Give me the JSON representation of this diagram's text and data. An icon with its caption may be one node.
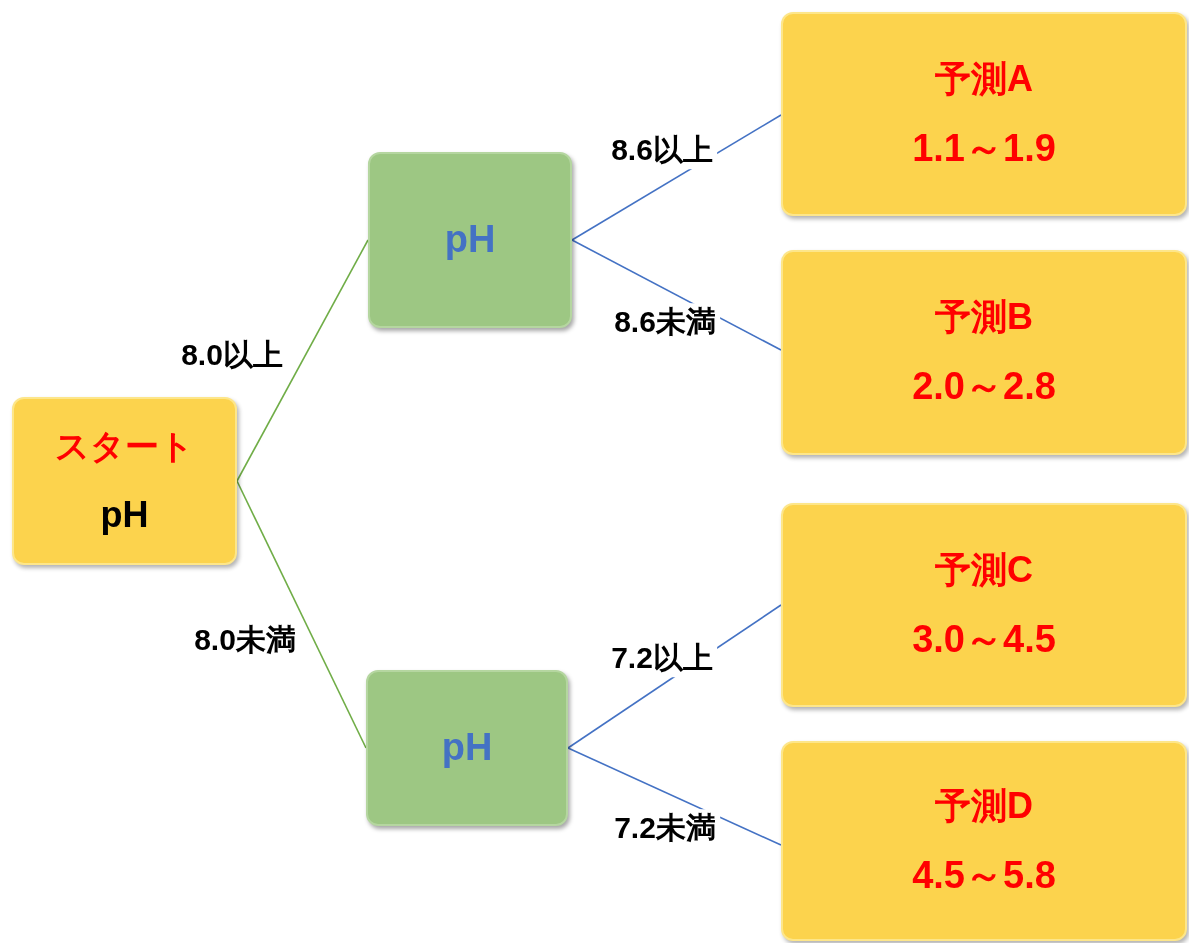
{
  "diagram": {
    "nodes": [
      {
        "text": [
          "スタート",
          "pH"
        ]
      },
      {
        "text": [
          "pH"
        ]
      },
      {
        "text": [
          "pH"
        ]
      },
      {
        "text": [
          "予測A",
          "1.1～1.9"
        ]
      },
      {
        "text": [
          "予測B",
          "2.0～2.8"
        ]
      },
      {
        "text": [
          "予測C",
          "3.0～4.5"
        ]
      },
      {
        "text": [
          "予測D",
          "4.5～5.8"
        ]
      }
    ],
    "edges": [
      {
        "from": 0,
        "to": 1,
        "arrow": "none",
        "label": "8.0以上",
        "color": "#70ad47"
      },
      {
        "from": 0,
        "to": 2,
        "arrow": "none",
        "label": "8.0未満",
        "color": "#70ad47"
      },
      {
        "from": 1,
        "to": 3,
        "arrow": "none",
        "label": "8.6以上"
      },
      {
        "from": 1,
        "to": 4,
        "arrow": "none",
        "label": "8.6未満"
      },
      {
        "from": 2,
        "to": 5,
        "arrow": "none",
        "label": "7.2以上"
      },
      {
        "from": 2,
        "to": 6,
        "arrow": "none",
        "label": "7.2未満"
      }
    ]
  }
}
